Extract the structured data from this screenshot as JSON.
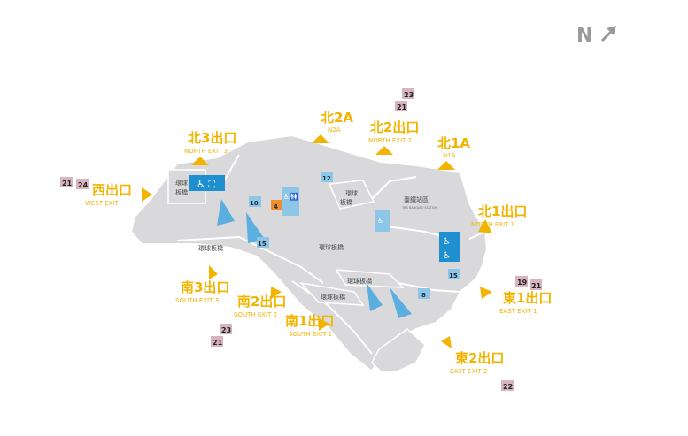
{
  "compass": {
    "label": "N"
  },
  "exits": {
    "n3": {
      "main": "北3出口",
      "sub": "NORTH EXIT 3"
    },
    "n2a": {
      "main": "北2A",
      "sub": "N2A"
    },
    "n2": {
      "main": "北2出口",
      "sub": "NORTH EXIT 2"
    },
    "n1a": {
      "main": "北1A",
      "sub": "N1A"
    },
    "n1": {
      "main": "北1出口",
      "sub": "NORTH EXIT 1"
    },
    "west": {
      "main": "西出口",
      "sub": "WEST EXIT"
    },
    "s3": {
      "main": "南3出口",
      "sub": "SOUTH EXIT 3"
    },
    "s2": {
      "main": "南2出口",
      "sub": "SOUTH EXIT 2"
    },
    "s1": {
      "main": "南1出口",
      "sub": "SOUTH EXIT 1"
    },
    "e1": {
      "main": "東1出口",
      "sub": "EAST EXIT 1"
    },
    "e2": {
      "main": "東2出口",
      "sub": "EAST EXIT 2"
    }
  },
  "badges": {
    "b23_top": "23",
    "b21_top": "21",
    "b21_west": "21",
    "b24_west": "24",
    "b19_east": "19",
    "b21_east": "21",
    "b23_south": "23",
    "b21_south": "21",
    "b22_east2": "22"
  },
  "areas": {
    "ring_west_1": "環球",
    "ring_west_2": "板橋",
    "ring_center_1": "環球",
    "ring_center_2": "板橋",
    "tra_1": "臺鐵站區",
    "tra_2": "TRA BANQIAO STATION",
    "ring_main": "環球板橋",
    "ring_sw": "環球板橋",
    "ring_se": "環球板橋",
    "ring_south": "環球板橋"
  },
  "markers": {
    "m12": "12",
    "m10": "10",
    "m4": "4",
    "m15a": "15",
    "m15b": "15",
    "m8": "8"
  },
  "colors": {
    "exit": "#f2b400",
    "badge": "#d8b4be",
    "floor": "#d9d9db",
    "facility": "#1f8fd0"
  }
}
